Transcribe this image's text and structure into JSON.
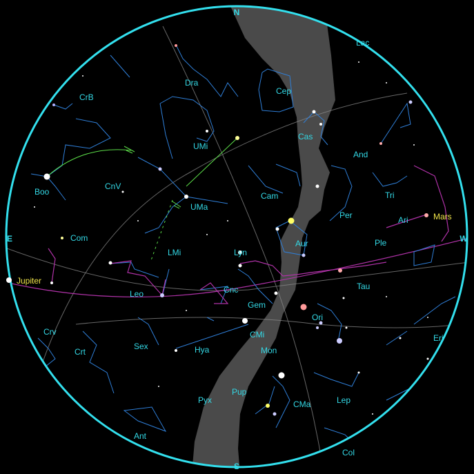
{
  "colors": {
    "background": "#000000",
    "horizon": "#33e0ee",
    "constellation_line": "#2f7fd8",
    "constellation_label": "#33d9e6",
    "ecliptic": "#b032a8",
    "milky_way": "#4a4a4a",
    "grid": "#8a8a8a",
    "planet_label": "#f2e64a",
    "meteor": "#5de04a",
    "cardinal": "#33d9e6"
  },
  "cardinals": {
    "north": "N",
    "south": "S",
    "east": "E",
    "west": "W"
  },
  "planets": {
    "jupiter": "Jupiter",
    "mars": "Mars"
  },
  "constellations": {
    "lac": "Lac",
    "dra": "Dra",
    "cep": "Cep",
    "crb": "CrB",
    "cas": "Cas",
    "umi": "UMi",
    "and": "And",
    "boo": "Boo",
    "cnv": "CnV",
    "cam": "Cam",
    "tri": "Tri",
    "uma": "UMa",
    "per": "Per",
    "ari": "Ari",
    "com": "Com",
    "aur": "Aur",
    "ple": "Ple",
    "lmi": "LMi",
    "lyn": "Lyn",
    "leo": "Leo",
    "cnc": "Cnc",
    "tau": "Tau",
    "gem": "Gem",
    "ori": "Ori",
    "crv": "Crv",
    "cmi": "CMi",
    "eri": "Eri",
    "sex": "Sex",
    "crt": "Crt",
    "hya": "Hya",
    "mon": "Mon",
    "lep": "Lep",
    "pyx": "Pyx",
    "pup": "Pup",
    "cma": "CMa",
    "ant": "Ant",
    "col": "Col"
  }
}
